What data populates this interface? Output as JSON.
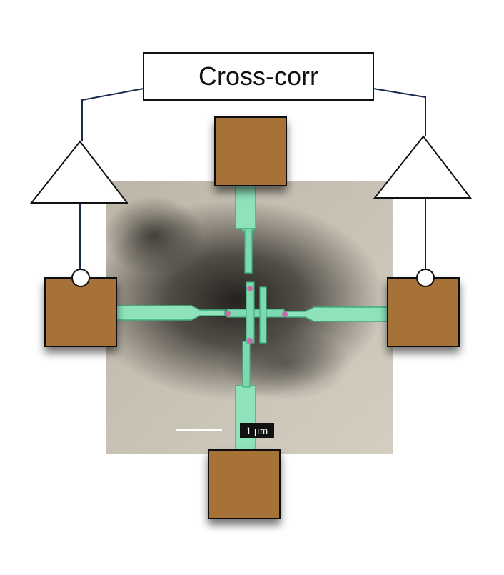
{
  "diagram": {
    "correlator": {
      "label": "Cross-corr"
    },
    "scale_bar": {
      "label": "1 μm"
    },
    "colors": {
      "pad": "#a77237",
      "electrode": "#7fd9b0",
      "electrode_edge": "#3fae80",
      "contact": "#c86aa8",
      "wire": "#1a2a4a",
      "sem_background": "#c9c3b4",
      "sem_dark": "#2a2622"
    },
    "amplifiers": [
      {
        "name": "left-amplifier",
        "icon": "triangle-amplifier-icon"
      },
      {
        "name": "right-amplifier",
        "icon": "triangle-amplifier-icon"
      }
    ],
    "pads": [
      "top",
      "left",
      "right",
      "bottom"
    ]
  }
}
